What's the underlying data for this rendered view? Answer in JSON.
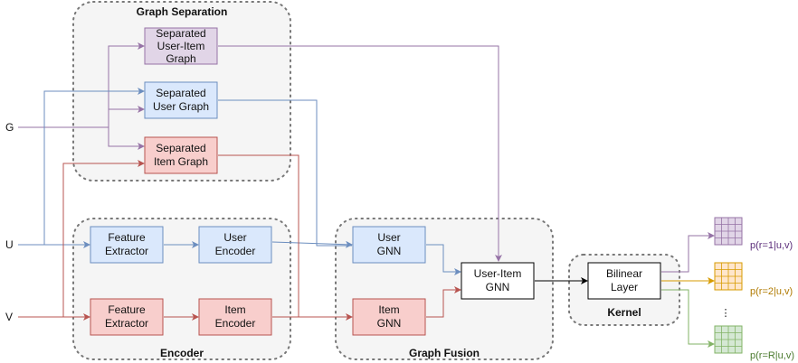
{
  "colors": {
    "purple": "#9673a6",
    "purple_fill": "#e1d5e7",
    "blue": "#6c8ebf",
    "blue_fill": "#dae8fc",
    "red": "#b85450",
    "red_fill": "#f8cecc",
    "orange": "#d79b00",
    "orange_fill": "#ffe6cc",
    "green": "#82b366",
    "green_fill": "#d5e8d4",
    "black": "#000000"
  },
  "groups": {
    "graph_separation": "Graph Separation",
    "encoder": "Encoder",
    "graph_fusion": "Graph Fusion",
    "kernel": "Kernel"
  },
  "inputs": {
    "g": "G",
    "u": "U",
    "v": "V"
  },
  "nodes": {
    "sep_user_item": {
      "line1": "Separated",
      "line2": "User-Item",
      "line3": "Graph"
    },
    "sep_user": {
      "line1": "Separated",
      "line2": "User Graph"
    },
    "sep_item": {
      "line1": "Separated",
      "line2": "Item Graph"
    },
    "feat_u": {
      "line1": "Feature",
      "line2": "Extractor"
    },
    "user_enc": {
      "line1": "User",
      "line2": "Encoder"
    },
    "feat_v": {
      "line1": "Feature",
      "line2": "Extractor"
    },
    "item_enc": {
      "line1": "Item",
      "line2": "Encoder"
    },
    "user_gnn": {
      "line1": "User",
      "line2": "GNN"
    },
    "item_gnn": {
      "line1": "Item",
      "line2": "GNN"
    },
    "ui_gnn": {
      "line1": "User-Item",
      "line2": "GNN"
    },
    "bilinear": {
      "line1": "Bilinear",
      "line2": "Layer"
    }
  },
  "outputs": {
    "p1": "p(r=1|u,v)",
    "p2": "p(r=2|u,v)",
    "ellipsis": "⋮",
    "pR": "p(r=R|u,v)"
  }
}
